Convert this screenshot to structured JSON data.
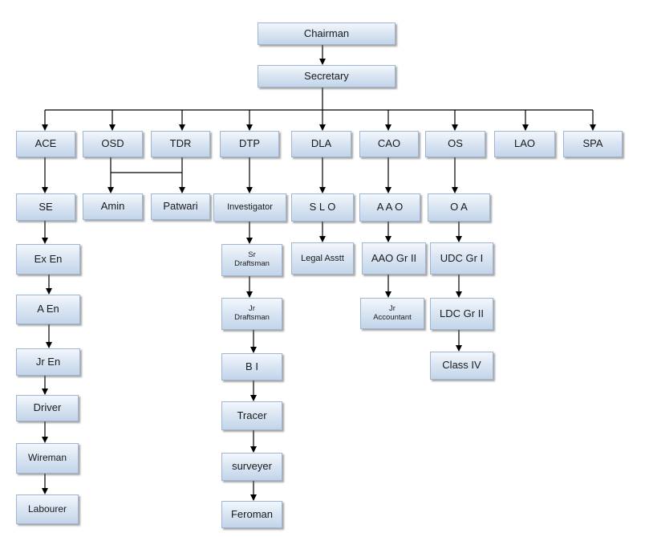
{
  "nodes": {
    "chairman": "Chairman",
    "secretary": "Secretary",
    "ace": "ACE",
    "osd": "OSD",
    "tdr": "TDR",
    "dtp": "DTP",
    "dla": "DLA",
    "cao": "CAO",
    "os": "OS",
    "lao": "LAO",
    "spa": "SPA",
    "se": "SE",
    "ex_en": "Ex En",
    "a_en": "A En",
    "jr_en": "Jr En",
    "driver": "Driver",
    "wireman": "Wireman",
    "labourer": "Labourer",
    "amin": "Amin",
    "patwari": "Patwari",
    "investigator": "Investigator",
    "sr_draftsman": "Sr\nDraftsman",
    "jr_draftsman": "Jr\nDraftsman",
    "bi": "B I",
    "tracer": "Tracer",
    "surveyer": "surveyer",
    "feroman": "Feroman",
    "slo": "S  L O",
    "legal_asstt": "Legal Asstt",
    "aao": "A A O",
    "aao_gr_ii": "AAO Gr II",
    "jr_accountant": "Jr\nAccountant",
    "oa": "O A",
    "udc_gr_i": "UDC Gr I",
    "ldc_gr_ii": "LDC Gr II",
    "class_iv": "Class IV"
  }
}
